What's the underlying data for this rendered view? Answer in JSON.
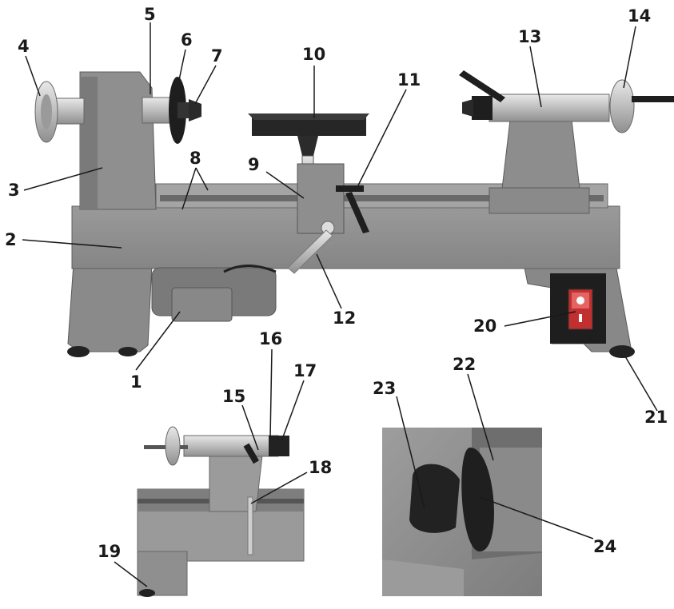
{
  "callouts": {
    "c1": "1",
    "c2": "2",
    "c3": "3",
    "c4": "4",
    "c5": "5",
    "c6": "6",
    "c7": "7",
    "c8": "8",
    "c9": "9",
    "c10": "10",
    "c11": "11",
    "c12": "12",
    "c13": "13",
    "c14": "14",
    "c15": "15",
    "c16": "16",
    "c17": "17",
    "c18": "18",
    "c19": "19",
    "c20": "20",
    "c21": "21",
    "c22": "22",
    "c23": "23",
    "c24": "24"
  },
  "colors": {
    "casting": "#8c8c8c",
    "casting_dark": "#6e6e6e",
    "casting_light": "#a8a8a8",
    "steel": "#cfcfcf",
    "black": "#1e1e1e",
    "leader": "#1a1a1a"
  }
}
